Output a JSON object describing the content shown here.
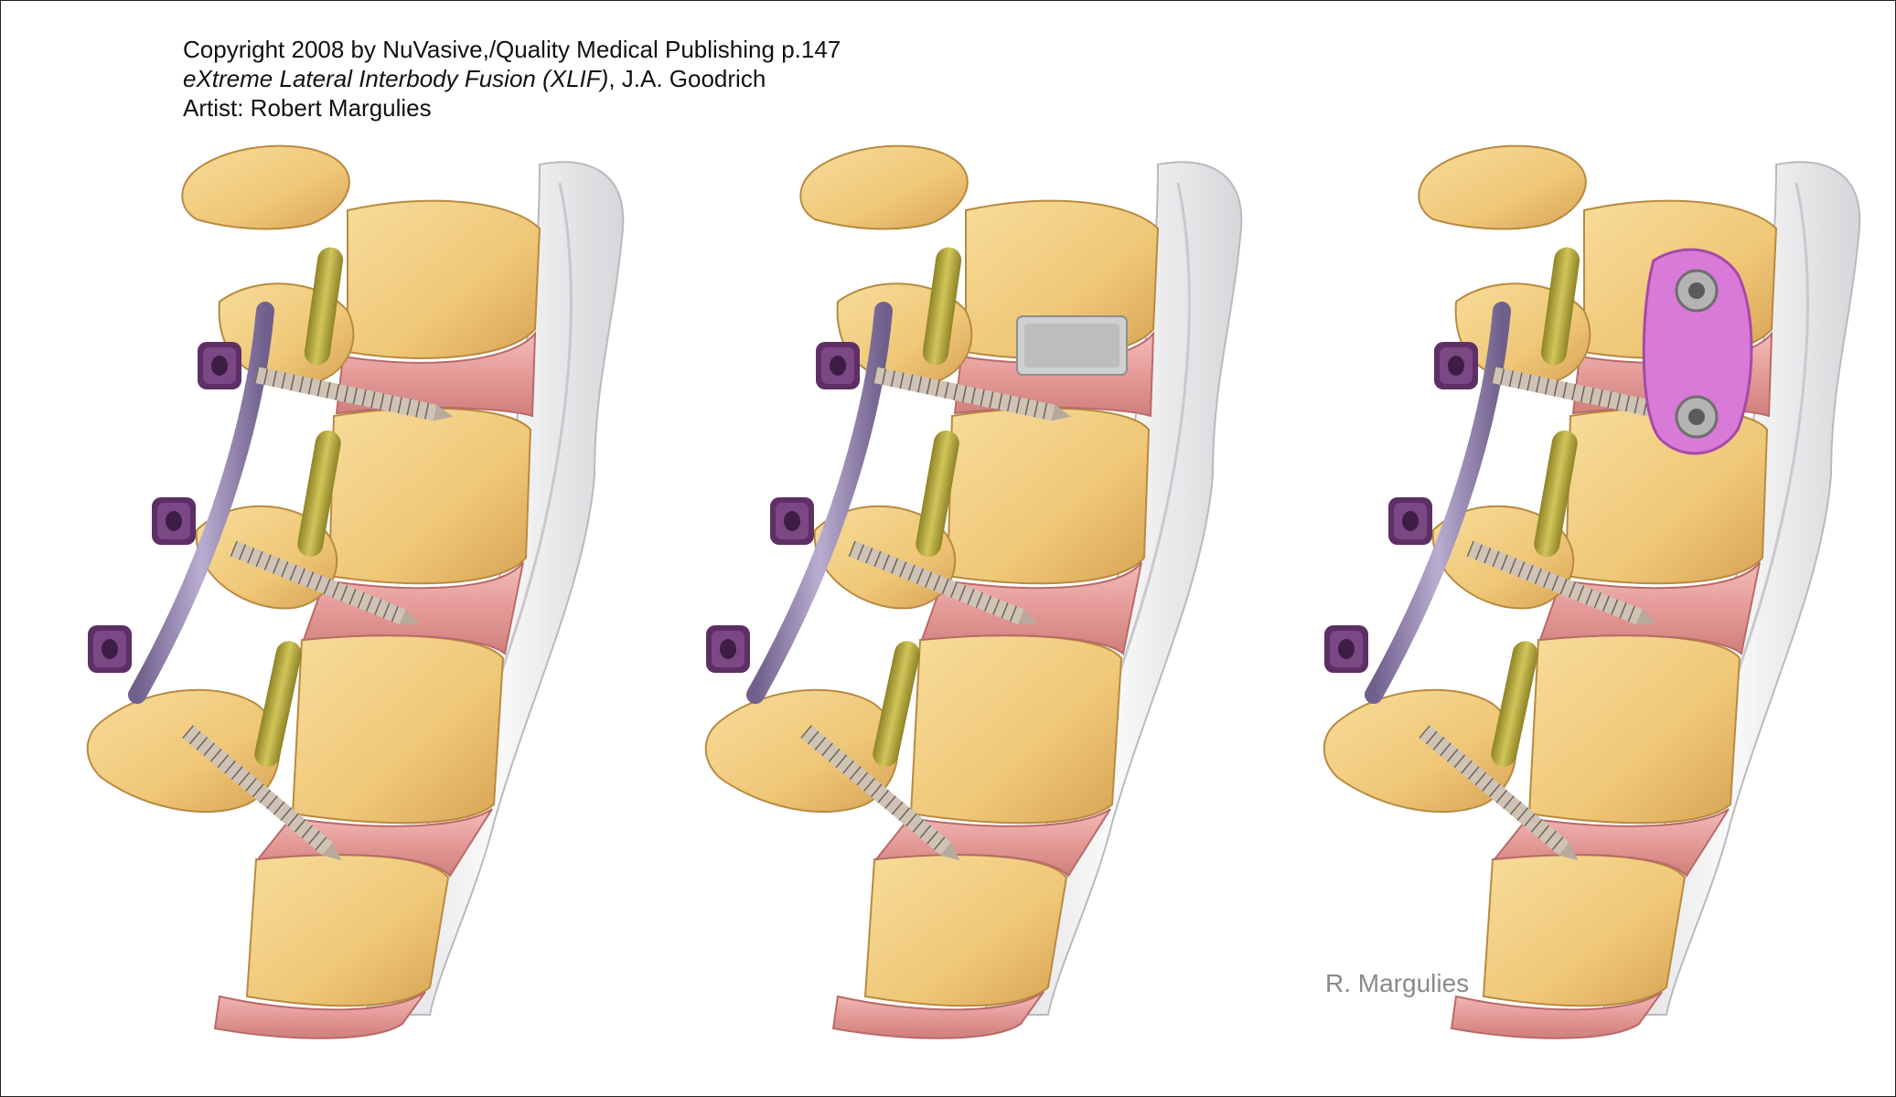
{
  "credits": {
    "line1": "Copyright 2008 by NuVasive,/Quality Medical Publishing p.147",
    "line2_italic": "eXtreme Lateral Interbody Fusion (XLIF)",
    "line2_rest": ", J.A. Goodrich",
    "line3": "Artist: Robert Margulies"
  },
  "signature": "R. Margulies",
  "colors": {
    "bone": "#f2cf86",
    "bone_shadow": "#d9a959",
    "disc": "#e8a3a0",
    "ligament": "#f1f1f3",
    "nerve": "#b9ab3d",
    "rod": "#8c7ba8",
    "screw_head": "#5a2e63",
    "screw": "#b4a69a",
    "cage": "#c6c6c6",
    "plate": "#d97ad9"
  },
  "panels": [
    {
      "name": "panel-degenerated-disc",
      "implant": "none"
    },
    {
      "name": "panel-interbody-cage",
      "implant": "cage"
    },
    {
      "name": "panel-lateral-plate",
      "implant": "plate"
    }
  ]
}
